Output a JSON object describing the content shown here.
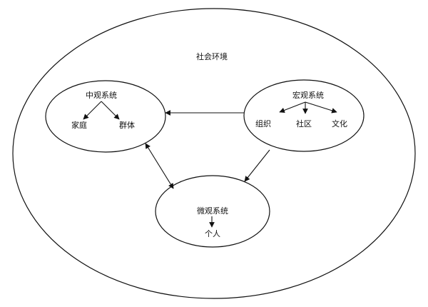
{
  "outer": {
    "label": "社会环境"
  },
  "meso": {
    "label": "中观系统",
    "children": [
      "家庭",
      "群体"
    ]
  },
  "macro": {
    "label": "宏观系统",
    "children": [
      "组织",
      "社区",
      "文化"
    ]
  },
  "micro": {
    "label": "微观系统",
    "child": "个人"
  },
  "colors": {
    "stroke": "#111111",
    "background": "#ffffff"
  }
}
